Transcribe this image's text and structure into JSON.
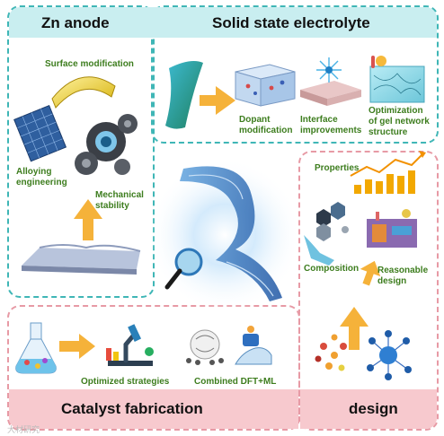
{
  "sections": {
    "zn_anode": {
      "title": "Zn anode",
      "labels": [
        "Surface modification",
        "Alloying engineering",
        "Mechanical stability"
      ]
    },
    "solid_state_electrolyte": {
      "title": "Solid state electrolyte",
      "labels": [
        "Dopant modification",
        "Interface improvements",
        "Optimization of gel network structure"
      ]
    },
    "catalyst_fabrication": {
      "title": "Catalyst  fabrication",
      "labels": [
        "Optimized strategies",
        "Combined DFT+ML"
      ]
    },
    "design": {
      "title": "design",
      "labels": [
        "Properties",
        "Composition",
        "Reasonable design"
      ]
    }
  },
  "watermark": "大材研究",
  "colors": {
    "teal_border": "#3fb6b6",
    "teal_fill": "#c9eef0",
    "pink_border": "#e79aa5",
    "pink_fill": "#f7c9ce",
    "label_green": "#3d7d1e",
    "arrow_orange": "#f5b23a"
  }
}
